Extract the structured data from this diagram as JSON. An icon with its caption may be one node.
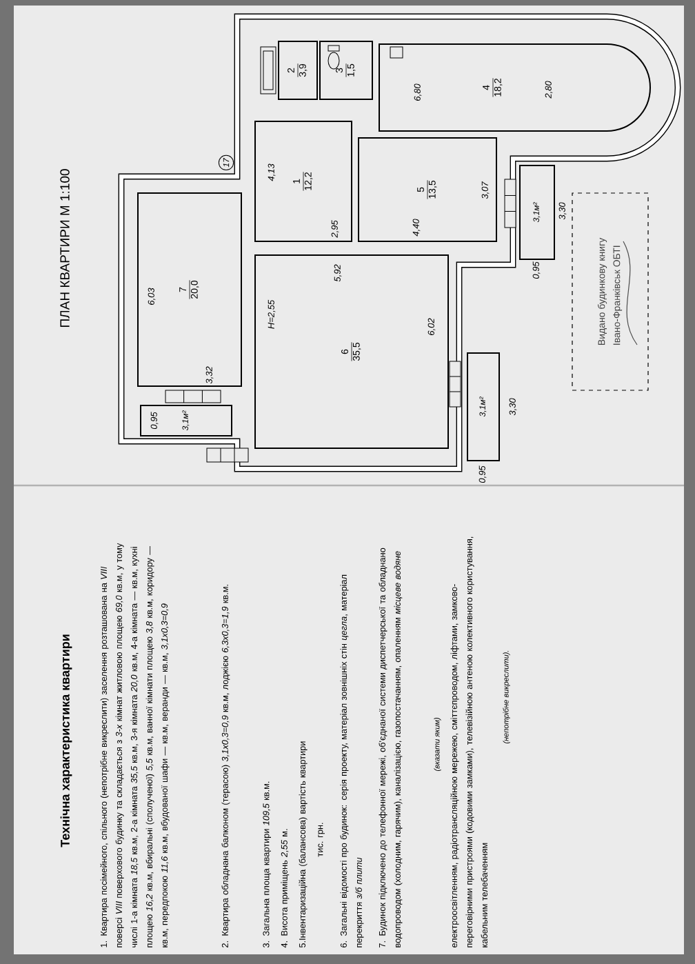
{
  "diagram": {
    "nodes": [
      {
        "text": [
          "7",
          "20,0",
          "6,03",
          "3,32"
        ]
      },
      {
        "text": [
          "3,1м²",
          "0,95"
        ]
      },
      {
        "text": [
          "2",
          "3,9"
        ]
      },
      {
        "text": [
          "3",
          "1,5"
        ]
      },
      {
        "text": [
          "4",
          "18,2",
          "6,80",
          "2,80"
        ]
      },
      {
        "text": [
          "1",
          "12,2",
          "4,13",
          "2,95"
        ]
      },
      {
        "text": [
          "5",
          "13,5",
          "4,40",
          "3,07"
        ]
      },
      {
        "text": [
          "6",
          "35,5",
          "H=2,55",
          "5,92",
          "6,02"
        ]
      },
      {
        "text": [
          "3,1м²"
        ],
        "beside": [
          "3,30",
          "0,95"
        ]
      },
      {
        "text": [
          "3,1м²"
        ],
        "beside": [
          "3,30",
          "0,95"
        ]
      },
      {
        "text": [
          "Видано будинкову книгу",
          "Івано-Франківськ ОБТІ"
        ]
      }
    ],
    "labels": [
      "Технічна характеристика квартири",
      "1. Квартира посімейного, спільного (непотрібне викреслити) заселення розташована на *VIII* поверсі *VIII* поверхового будинку та складається з *3-х* кімнат житловою площею *69,0* кв.м, у тому числі 1-а кімната *18,5* кв.м, 2-а кімната *35,5* кв.м, 3-я кімната *20,0* кв.м, 4-а кімната *—* кв.м, кухні площею *16,2* кв.м, вбиральні (сполученої) *5,5* кв.м, ванної кімнати площею *3,8* кв.м, коридору *—* кв.м, передпокою *11,6* кв.м, вбудованої шафи *—* кв.м, веранди *—* кв.м, *3,1х0,3=0,9*",
      "2. Квартира обладнана балконом (терасою) *3,1х0,3=0,9* кв.м, лоджією *6,3х0,3=1,9* кв.м.",
      "3. Загальна площа квартири *109,5* кв.м.",
      "4. Висота приміщень *2,55* м.",
      "5.Інвентаризаційна (балансова) вартість квартири",
      "тис. грн.",
      "6. Загальні відомості про будинок: серія проекту, матеріал зовнішніх стін *цегла*, матеріал перекриття *з/б плити*",
      "7. Будинок підключено до телефонної мережі, об'єднаної системи диспетчерської та обладнано водопроводом (холодним, гарячим), каналізацією, газопостачанням, опаленням *місцеве водяне*",
      "(вказати яким)",
      "електроосвітленням, радіотрансляційною мережею, сміттєпроводом, ліфтами, замково-переговірними пристроями (кодовими замками), телевізійною антеною колективного користування, кабельним телебаченням",
      "(непотрібне викреслити).",
      "ПЛАН КВАРТИРИ М 1:100",
      "17"
    ]
  }
}
